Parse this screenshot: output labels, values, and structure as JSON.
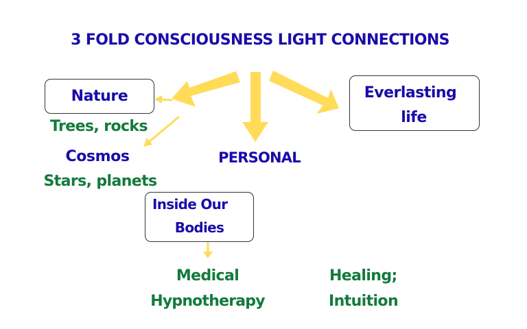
{
  "title": "3 FOLD CONSCIOUSNESS LIGHT CONNECTIONS",
  "colors": {
    "heading_blue": "#1a0ca8",
    "subtext_green": "#137a3c",
    "arrow_yellow": "#ffdb58",
    "box_border": "#333333"
  },
  "nodes": {
    "nature": {
      "label": "Nature",
      "detail": "Trees, rocks"
    },
    "cosmos": {
      "label": "Cosmos",
      "detail": "Stars, planets"
    },
    "personal": {
      "label": "PERSONAL"
    },
    "everlasting": {
      "line1": "Everlasting",
      "line2": "life"
    },
    "inside_bodies": {
      "line1": "Inside Our",
      "line2": "Bodies"
    },
    "medical": {
      "line1": "Medical",
      "line2": "Hypnotherapy"
    },
    "healing": {
      "line1": "Healing;",
      "line2": "Intuition"
    }
  },
  "connections": [
    {
      "from": "root",
      "to": "nature",
      "style": "thick-arrow"
    },
    {
      "from": "root",
      "to": "personal",
      "style": "thick-arrow"
    },
    {
      "from": "root",
      "to": "everlasting",
      "style": "thick-arrow"
    },
    {
      "from": "root",
      "to": "nature-box",
      "style": "thin-arrow"
    },
    {
      "from": "nature",
      "to": "cosmos",
      "style": "thin-arrow"
    },
    {
      "from": "inside_bodies",
      "to": "medical",
      "style": "thin-arrow"
    }
  ]
}
